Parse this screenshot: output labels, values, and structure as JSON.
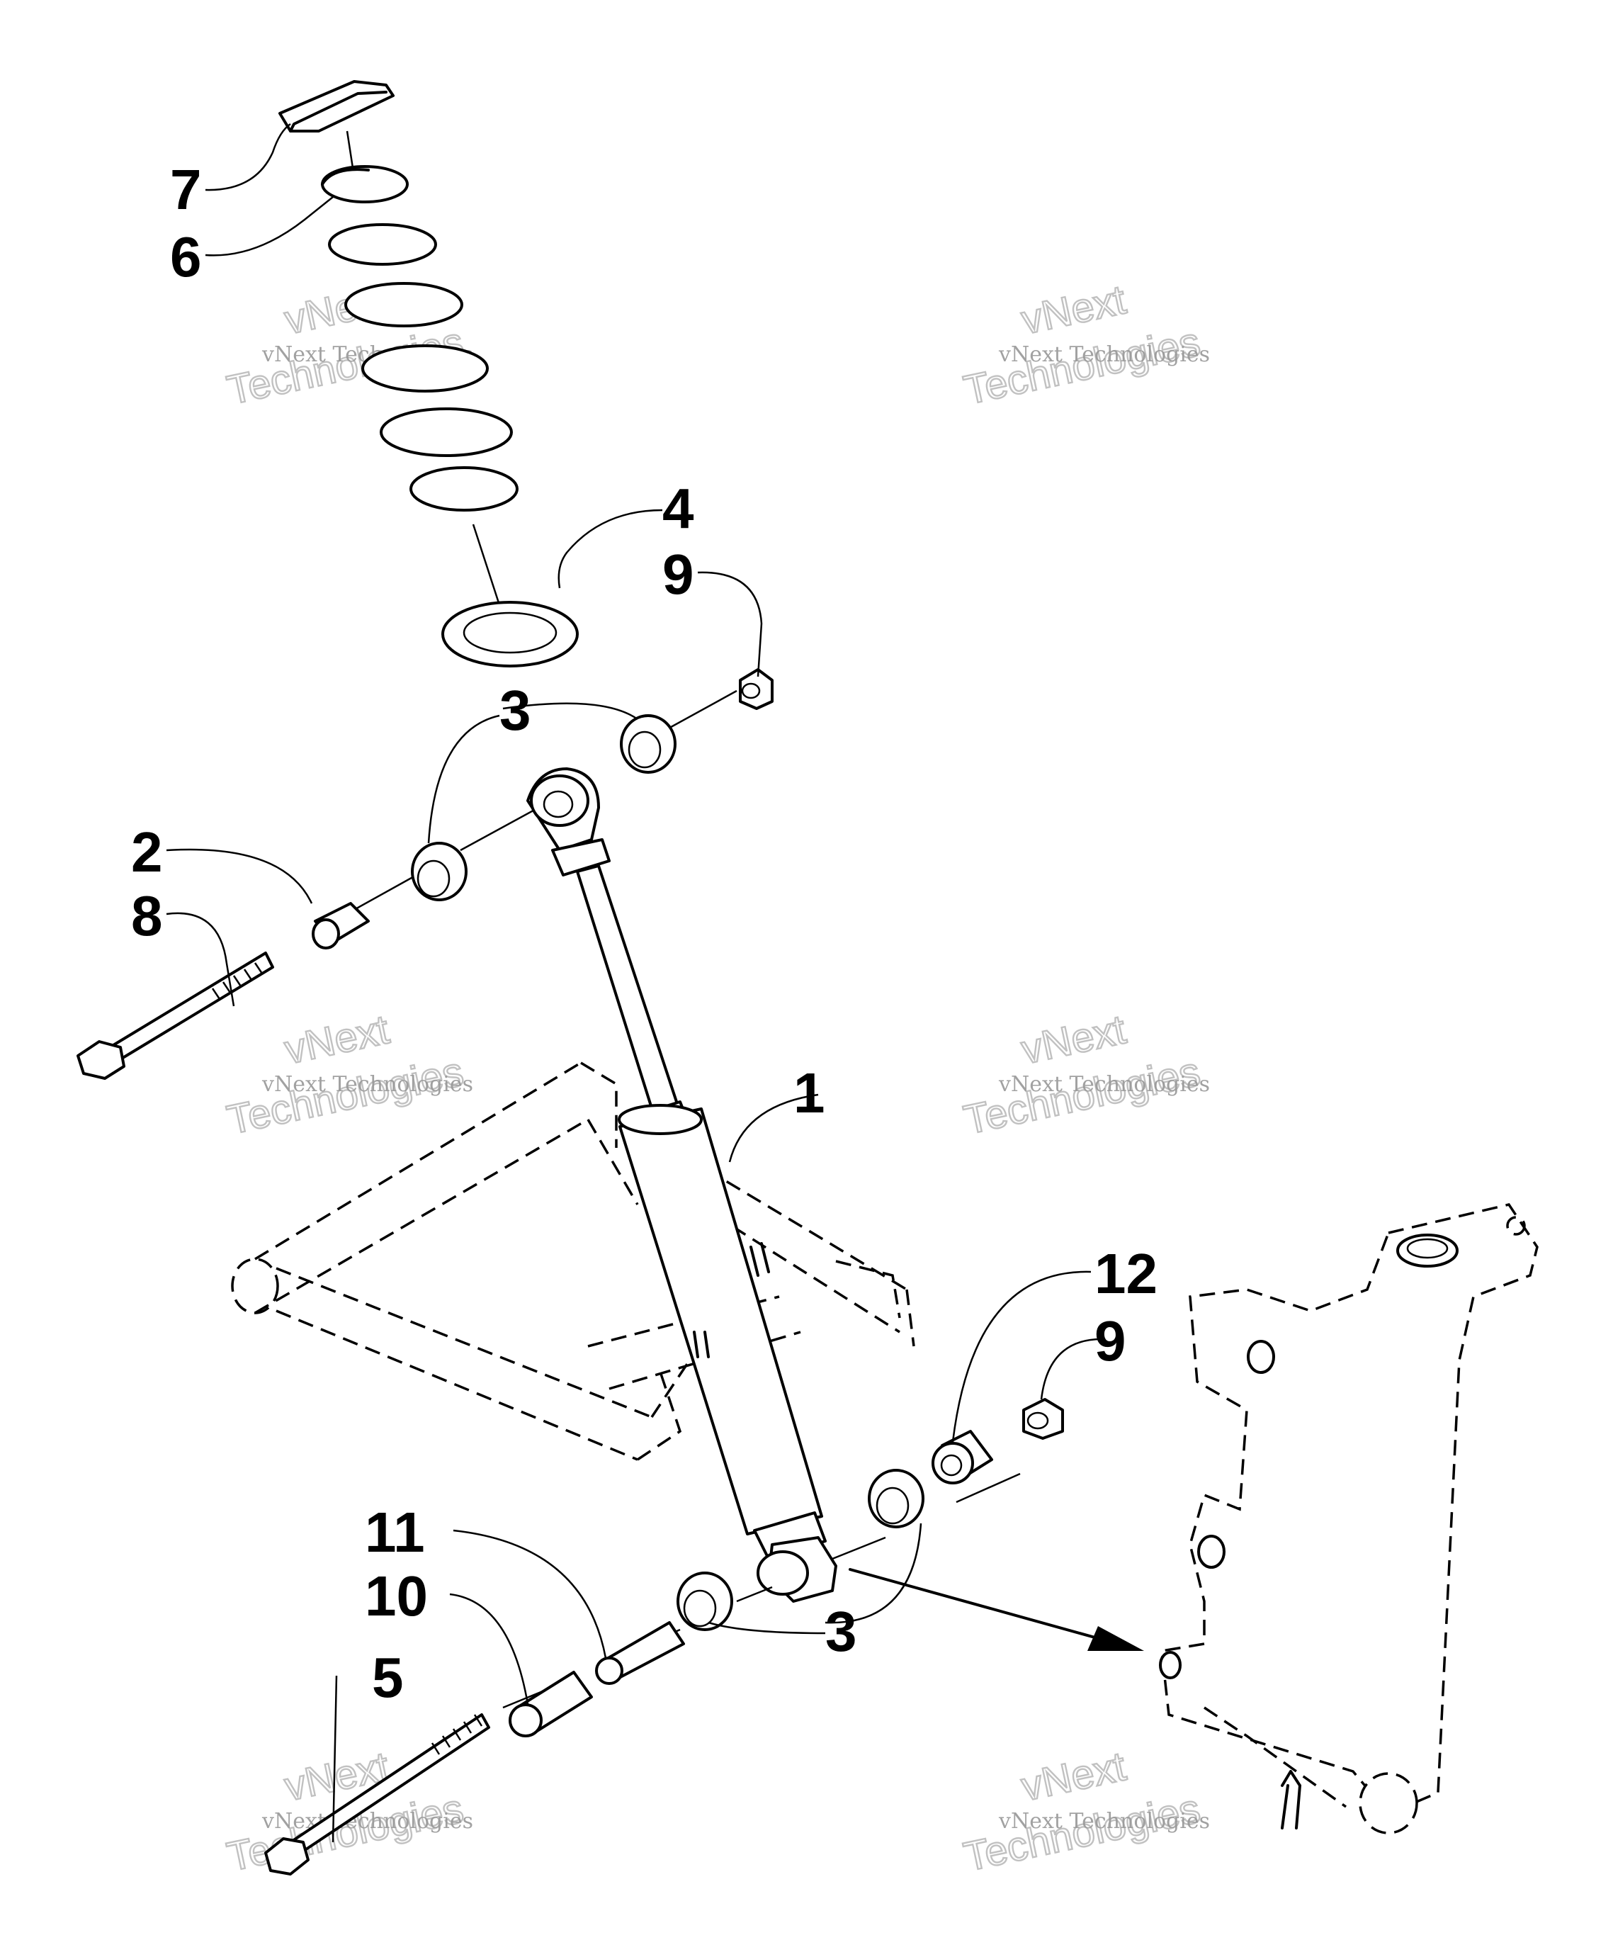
{
  "callouts": [
    {
      "id": "1",
      "text": "1"
    },
    {
      "id": "2",
      "text": "2"
    },
    {
      "id": "3a",
      "text": "3"
    },
    {
      "id": "3b",
      "text": "3"
    },
    {
      "id": "4",
      "text": "4"
    },
    {
      "id": "5",
      "text": "5"
    },
    {
      "id": "6",
      "text": "6"
    },
    {
      "id": "7",
      "text": "7"
    },
    {
      "id": "8",
      "text": "8"
    },
    {
      "id": "9a",
      "text": "9"
    },
    {
      "id": "9b",
      "text": "9"
    },
    {
      "id": "10",
      "text": "10"
    },
    {
      "id": "11",
      "text": "11"
    },
    {
      "id": "12",
      "text": "12"
    }
  ],
  "watermark": {
    "line_small": "vNext Technologies",
    "line_big_1": "vNext",
    "line_big_2": "Technologies"
  }
}
